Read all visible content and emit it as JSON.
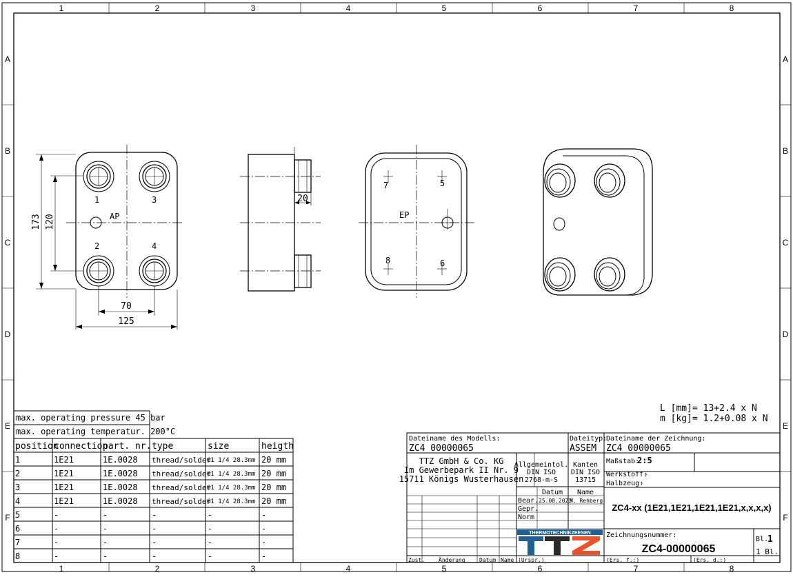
{
  "border": {
    "columns": [
      "1",
      "2",
      "3",
      "4",
      "5",
      "6",
      "7",
      "8"
    ],
    "rows": [
      "A",
      "B",
      "C",
      "D",
      "E",
      "F"
    ]
  },
  "views": {
    "front": {
      "dim_height": "173",
      "dim_inner_height": "120",
      "dim_inner_width": "70",
      "dim_width": "125",
      "label": "AP",
      "port_labels": [
        "1",
        "3",
        "2",
        "4"
      ]
    },
    "side": {
      "dim_connection": "20"
    },
    "back": {
      "label": "EP",
      "port_labels": [
        "7",
        "5",
        "8",
        "6"
      ]
    }
  },
  "formula": {
    "length": "L [mm]= 13+2.4 x N",
    "mass": "m [kg]= 1.2+0.08 x N"
  },
  "limits": {
    "pressure": "max. operating pressure 45 bar",
    "temperature": "max. operating temperatur. 200°C"
  },
  "conn_table": {
    "headers": [
      "position",
      "connection",
      "part. nr.",
      "type",
      "size",
      "heigth"
    ],
    "rows": [
      [
        "1",
        "1E21",
        "1E.0028",
        "thread/solder",
        "G1 1/4 28.3mm",
        "20 mm"
      ],
      [
        "2",
        "1E21",
        "1E.0028",
        "thread/solder",
        "G1 1/4 28.3mm",
        "20 mm"
      ],
      [
        "3",
        "1E21",
        "1E.0028",
        "thread/solder",
        "G1 1/4 28.3mm",
        "20 mm"
      ],
      [
        "4",
        "1E21",
        "1E.0028",
        "thread/solder",
        "G1 1/4 28.3mm",
        "20 mm"
      ],
      [
        "5",
        "-",
        "-",
        "-",
        "-",
        "-"
      ],
      [
        "6",
        "-",
        "-",
        "-",
        "-",
        "-"
      ],
      [
        "7",
        "-",
        "-",
        "-",
        "-",
        "-"
      ],
      [
        "8",
        "-",
        "-",
        "-",
        "-",
        "-"
      ]
    ]
  },
  "title_block": {
    "model_file_label": "Dateiname des Modells:",
    "model_file": "ZC4_00000065",
    "file_type_label": "Dateityp:",
    "file_type": "ASSEM",
    "drawing_file_label": "Dateiname der Zeichnung:",
    "drawing_file": "ZC4_00000065",
    "company_lines": [
      "TTZ GmbH & Co. KG",
      "Im Gewerbepark II Nr. 9",
      "15711 Königs Wusterhausen"
    ],
    "tolerance_lines": [
      "Allgemeintol.",
      "DIN ISO",
      "2768-m-S"
    ],
    "edges_lines": [
      "Kanten",
      "DIN ISO",
      "13715"
    ],
    "scale_label": "Maßstab:",
    "scale": "2:5",
    "material_label": "Werkstoff:",
    "material": "-",
    "semi_label": "Halbzeug:",
    "semi": "-",
    "date_header": "Datum",
    "name_header": "Name",
    "bear_label": "Bear.",
    "bear_date": "25.08.2023",
    "bear_name": "M. Rehberg",
    "gepr_label": "Gepr.",
    "norm_label": "Norm",
    "title": "ZC4-xx (1E21,1E21,1E21,1E21,x,x,x,x)",
    "drawing_number_label": "Zeichnungsnummer:",
    "drawing_number": "ZC4-00000065",
    "sheet_label": "Bl.",
    "sheet": "1",
    "sheets_total": "1 Bl.",
    "logo_banner": "THERMOTECHNIKZEESEN",
    "logo_text": "TTZ",
    "footer": [
      "Zust.",
      "Änderung",
      "Datum",
      "Name",
      "(Urspr.)",
      "(Ers. f.:)",
      "(Ers. d.:)"
    ]
  },
  "colors": {
    "logo_blue": "#1f5f92",
    "logo_orange": "#e8532b",
    "logo_dark": "#2a2a2a"
  }
}
